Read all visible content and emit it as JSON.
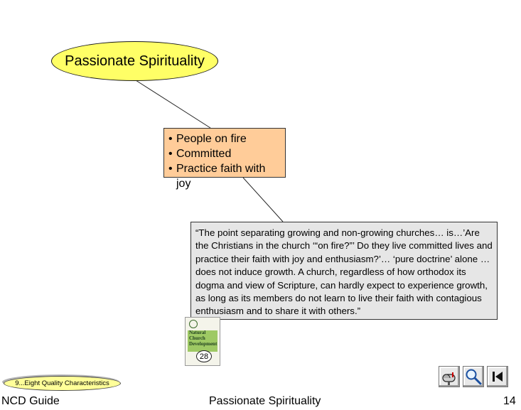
{
  "topic": {
    "label": "Passionate Spirituality"
  },
  "points": {
    "items": [
      "People on fire",
      "Committed",
      "Practice faith with joy"
    ]
  },
  "quote": {
    "text": "“The point separating growing and non-growing churches… is…’Are the Christians in the church ‘“on fire?”’ Do they live committed lives and practice their faith with joy and enthusiasm?’… ‘pure doctrine’ alone … does not induce growth. A church, regardless of how orthodox its dogma and view of Scripture, can hardly expect to experience growth, as long as its members do not learn to live their faith with contagious enthusiasm and to share it with others.”"
  },
  "book": {
    "title": "Natural Church Development",
    "page_badge": "28"
  },
  "nav": {
    "back_link": "9...Eight Quality Characteristics"
  },
  "footer": {
    "left": "NCD Guide",
    "center": "Passionate Spirituality",
    "page_number": "14"
  },
  "colors": {
    "ellipse_fill": "#ffff66",
    "box_fill": "#ffcc99",
    "quote_fill": "#e6e6e6",
    "nav_fill": "#ffff99"
  },
  "icons": [
    "mailbox-icon",
    "magnifier-icon",
    "first-slide-icon"
  ]
}
